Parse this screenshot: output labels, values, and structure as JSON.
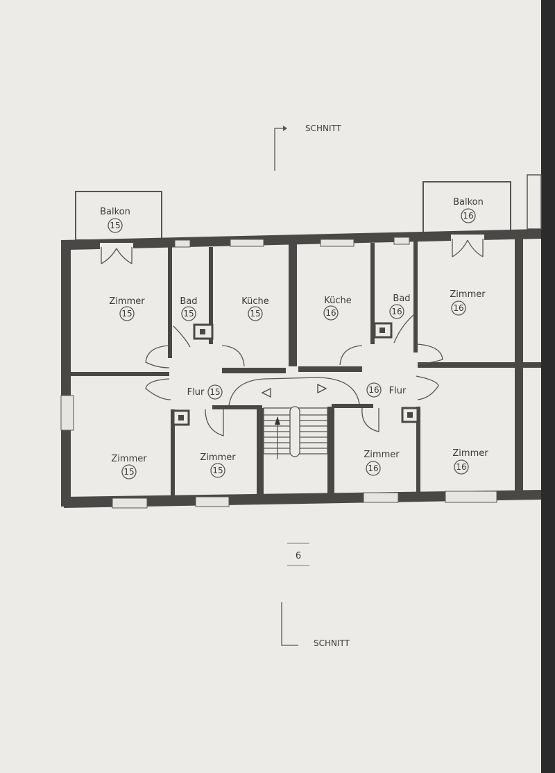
{
  "section_labels": {
    "top": "SCHNITT",
    "bottom": "SCHNITT"
  },
  "page_number": "6",
  "balconies": [
    {
      "label": "Balkon",
      "unit": "15"
    },
    {
      "label": "Balkon",
      "unit": "16"
    }
  ],
  "rooms": {
    "zimmer_15_top": {
      "label": "Zimmer",
      "unit": "15"
    },
    "bad_15": {
      "label": "Bad",
      "unit": "15"
    },
    "kueche_15": {
      "label": "Küche",
      "unit": "15"
    },
    "kueche_16": {
      "label": "Küche",
      "unit": "16"
    },
    "bad_16": {
      "label": "Bad",
      "unit": "16"
    },
    "zimmer_16_top": {
      "label": "Zimmer",
      "unit": "16"
    },
    "flur_15": {
      "label": "Flur",
      "unit": "15"
    },
    "flur_16": {
      "label": "Flur",
      "unit": "16"
    },
    "zimmer_15_bl": {
      "label": "Zimmer",
      "unit": "15"
    },
    "zimmer_15_bm": {
      "label": "Zimmer",
      "unit": "15"
    },
    "zimmer_16_bm": {
      "label": "Zimmer",
      "unit": "16"
    },
    "zimmer_16_br": {
      "label": "Zimmer",
      "unit": "16"
    }
  }
}
